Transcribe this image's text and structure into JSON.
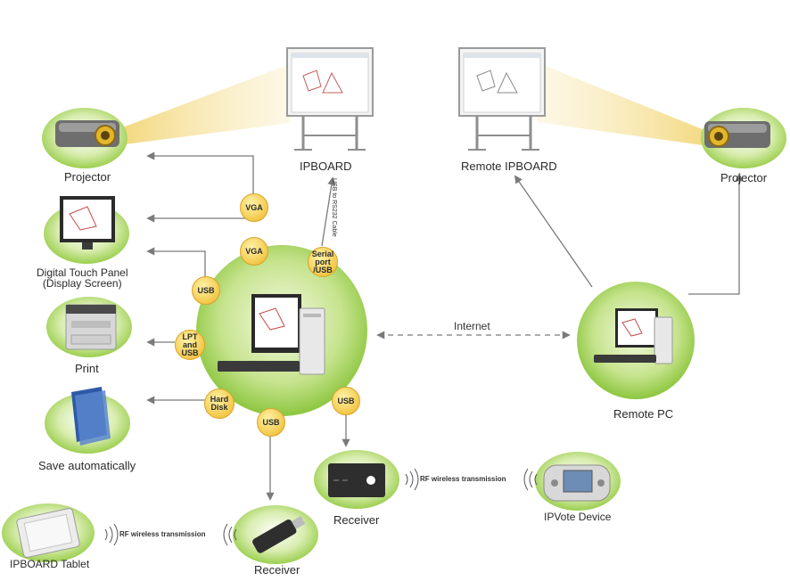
{
  "labels": {
    "projector_left": "Projector",
    "ipboard": "IPBOARD",
    "remote_ipboard": "Remote IPBOARD",
    "projector_right": "Projector",
    "digital_touch_panel_line1": "Digital Touch Panel",
    "digital_touch_panel_line2": "(Display Screen)",
    "print": "Print",
    "save_automatically": "Save automatically",
    "internet": "Internet",
    "remote_pc": "Remote PC",
    "receiver_right": "Receiver",
    "receiver_bottom": "Receiver",
    "ipvote_device": "IPVote Device",
    "ipboard_tablet": "IPBOARD Tablet",
    "cable_label": "USB to RS232 Cable"
  },
  "badges": {
    "vga_top": "VGA",
    "vga": "VGA",
    "serial_line1": "Serial port",
    "serial_line2": "/USB",
    "usb_left": "USB",
    "lpt_line1": "LPT",
    "lpt_line2": "and USB",
    "hard_line1": "Hard",
    "hard_line2": "Disk",
    "usb_bottom": "USB",
    "usb_right": "USB"
  },
  "rf": {
    "right": "RF wireless transmission",
    "bottom": "RF wireless transmission"
  },
  "colors": {
    "green_light": "#e6f3c4",
    "green_dark": "#8cc63f",
    "badge": "#f3c84a",
    "beam": "#f7e3a0",
    "arrow": "#7a7a7a"
  }
}
